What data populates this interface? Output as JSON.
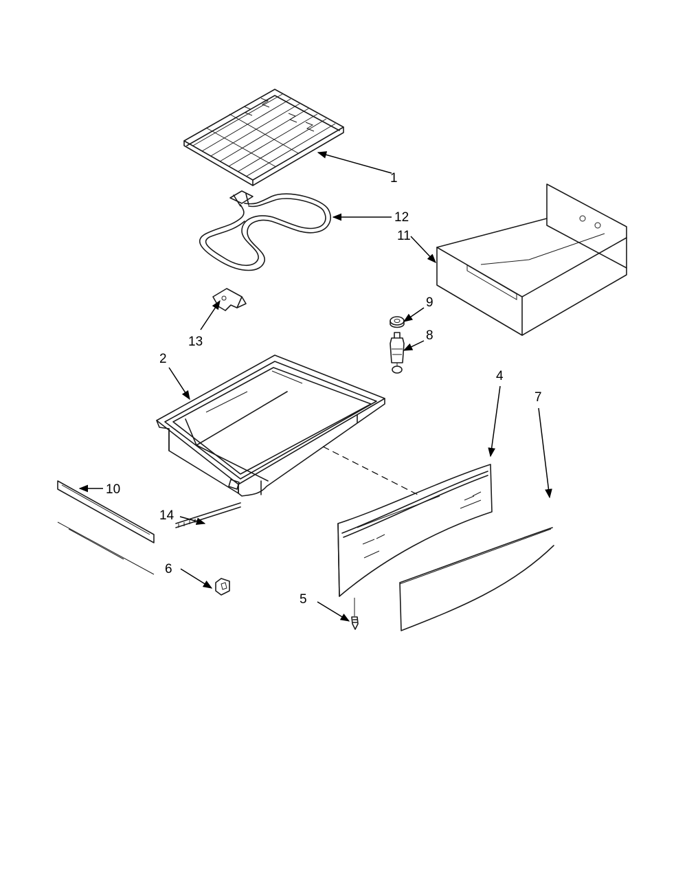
{
  "callouts": {
    "c1": "1",
    "c2": "2",
    "c4": "4",
    "c5": "5",
    "c6": "6",
    "c7": "7",
    "c8": "8",
    "c9": "9",
    "c10": "10",
    "c11": "11",
    "c12": "12",
    "c13": "13",
    "c14": "14"
  }
}
